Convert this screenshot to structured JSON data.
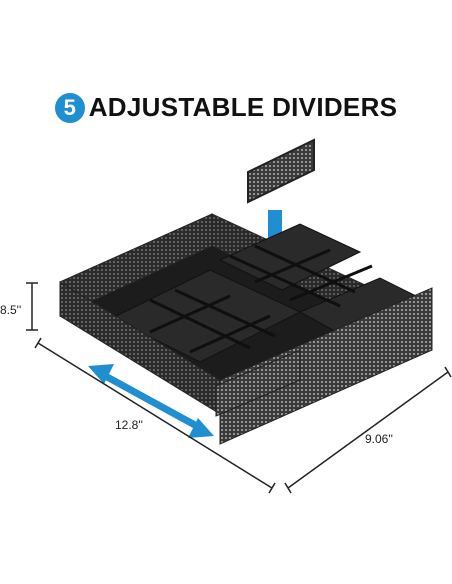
{
  "headline": {
    "badge_number": "5",
    "text": "ADJUSTABLE DIVIDERS"
  },
  "dimensions": {
    "height": "8.5''",
    "length": "12.8''",
    "width": "9.06''"
  },
  "colors": {
    "badge": "#1f8fd1",
    "arrow": "#1f8fd1",
    "tray": "#2a2a2a"
  },
  "icons": [
    "down-arrow-icon",
    "double-arrow-icon"
  ]
}
